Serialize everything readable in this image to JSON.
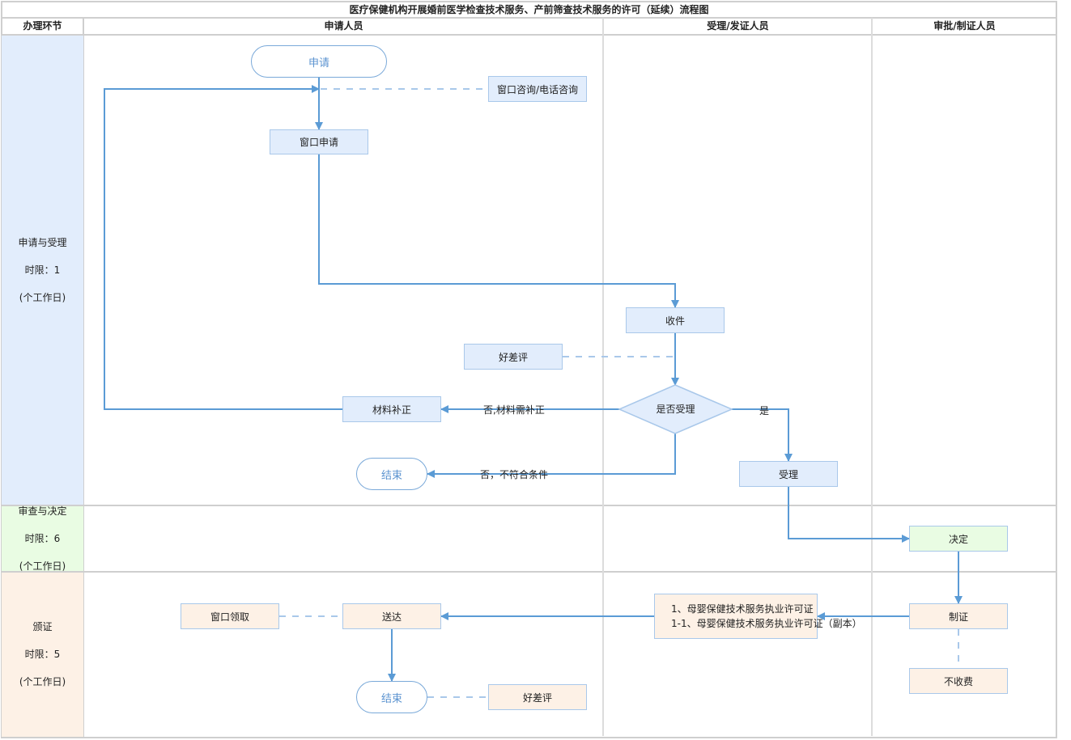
{
  "title": "医疗保健机构开展婚前医学检查技术服务、产前筛查技术服务的许可（延续）流程图",
  "headers": {
    "stage": "办理环节",
    "applicant": "申请人员",
    "acceptor": "受理/发证人员",
    "approver": "审批/制证人员"
  },
  "stages": [
    {
      "name": "申请与受理",
      "limit": "时限：1",
      "unit": "(个工作日)",
      "color": "#e2edfc"
    },
    {
      "name": "审查与决定",
      "limit": "时限：6",
      "unit": "(个工作日)",
      "color": "#e9fce3"
    },
    {
      "name": "颁证",
      "limit": "时限：5",
      "unit": "(个工作日)",
      "color": "#fdf1e6"
    }
  ],
  "nodes": {
    "start": "申请",
    "consult": "窗口咨询/电话咨询",
    "window_apply": "窗口申请",
    "receive": "收件",
    "rating1": "好差评",
    "decision": "是否受理",
    "supplement": "材料补正",
    "end1": "结束",
    "accept": "受理",
    "decide": "决定",
    "make_cert": "制证",
    "no_fee": "不收费",
    "certs_line1": "1、母婴保健技术服务执业许可证",
    "certs_line2": "1-1、母婴保健技术服务执业许可证（副本）",
    "deliver": "送达",
    "window_pickup": "窗口领取",
    "end2": "结束",
    "rating2": "好差评"
  },
  "edge_labels": {
    "no_supplement": "否,材料需补正",
    "no_unqualified": "否，不符合条件",
    "yes": "是"
  },
  "colors": {
    "line": "#5b9bd5",
    "dashed": "#a9c8ea",
    "grid": "#d0d0d0"
  }
}
